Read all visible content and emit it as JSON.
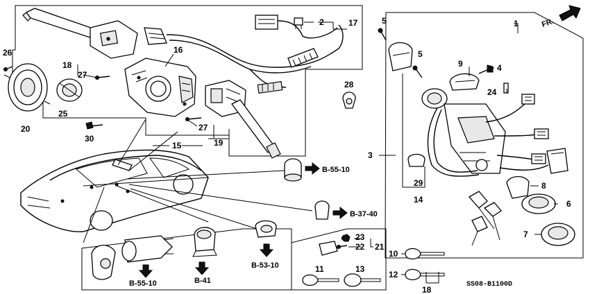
{
  "callouts": {
    "n1": "1",
    "n2": "2",
    "n3": "3",
    "n4": "4",
    "n5a": "5",
    "n5b": "5",
    "n6": "6",
    "n7": "7",
    "n8": "8",
    "n9": "9",
    "n10": "10",
    "n11": "11",
    "n12": "12",
    "n13": "13",
    "n14": "14",
    "n15": "15",
    "n16": "16",
    "n17": "17",
    "n18a": "18",
    "n18b": "18",
    "n19": "19",
    "n20": "20",
    "n21": "21",
    "n22": "22",
    "n23": "23",
    "n24": "24",
    "n25": "25",
    "n26": "26",
    "n27a": "27",
    "n27b": "27",
    "n28": "28",
    "n29": "29",
    "n30": "30"
  },
  "references": {
    "b5510_top": "B-55-10",
    "b3740": "B-37-40",
    "b5310": "B-53-10",
    "b5510_bottom": "B-55-10",
    "b41": "B-41"
  },
  "direction_label": "FR.",
  "drawing_code": "SS08-B1100D",
  "icons": [
    "arrow-right-icon",
    "arrow-down-icon"
  ]
}
